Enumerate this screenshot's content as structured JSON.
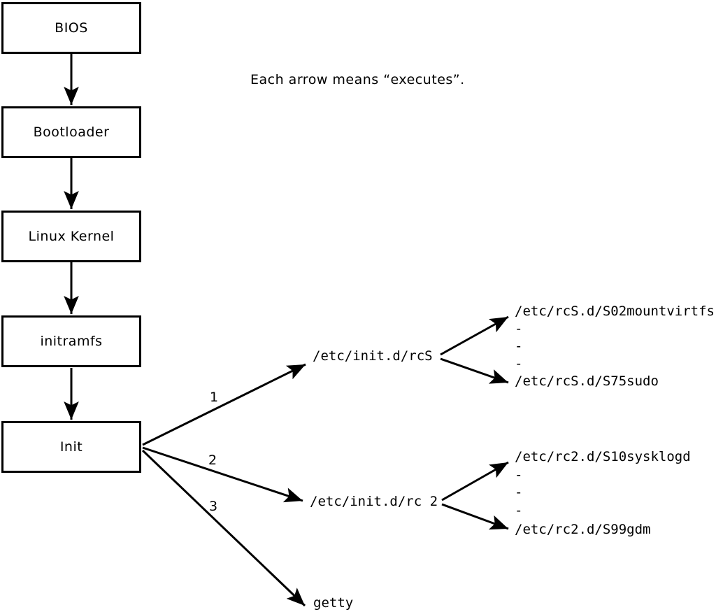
{
  "note": "Each arrow means “executes”.",
  "colors": {
    "line": "#000000",
    "box_bg": "#ffffff",
    "text": "#000000"
  },
  "chain": [
    {
      "label": "BIOS"
    },
    {
      "label": "Bootloader"
    },
    {
      "label": "Linux Kernel"
    },
    {
      "label": "initramfs"
    },
    {
      "label": "Init"
    }
  ],
  "branches": [
    {
      "label": "1",
      "target": "/etc/init.d/rcS",
      "children": [
        "/etc/rcS.d/S02mountvirtfs",
        "-",
        "-",
        "-",
        "/etc/rcS.d/S75sudo"
      ]
    },
    {
      "label": "2",
      "target": "/etc/init.d/rc 2",
      "children": [
        "/etc/rc2.d/S10sysklogd",
        "-",
        "-",
        "-",
        "/etc/rc2.d/S99gdm"
      ]
    },
    {
      "label": "3",
      "target": "getty",
      "children": []
    }
  ]
}
